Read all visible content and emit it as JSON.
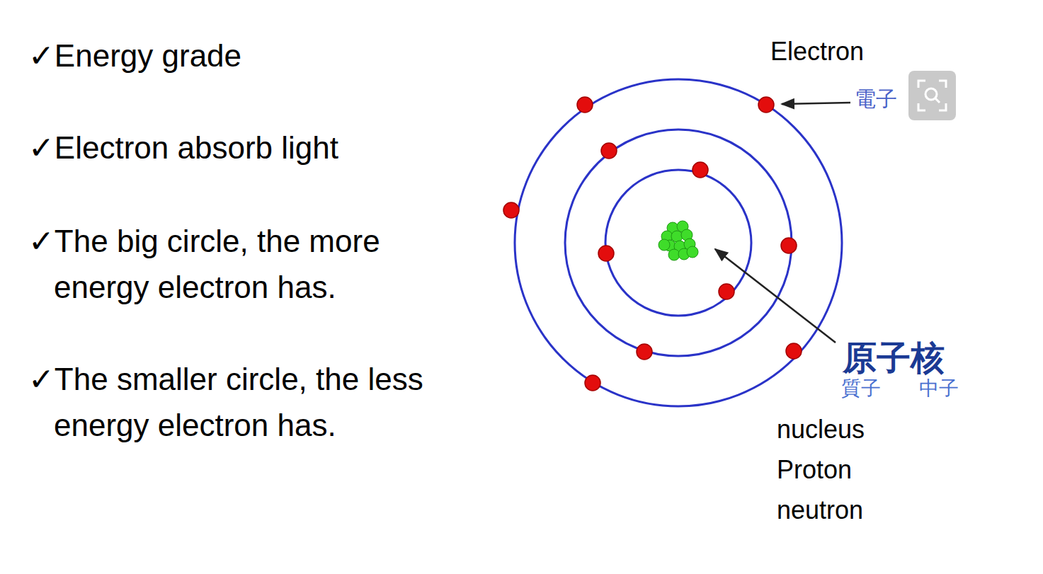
{
  "diagram": {
    "labels": [
      "✓Energy grade",
      "✓Electron absorb light",
      "✓The big circle, the more energy electron has.",
      "✓The smaller circle, the less energy electron has.",
      "Electron",
      "電子",
      "原子核",
      "質子",
      "中子",
      "nucleus",
      "Proton",
      "neutron"
    ]
  }
}
